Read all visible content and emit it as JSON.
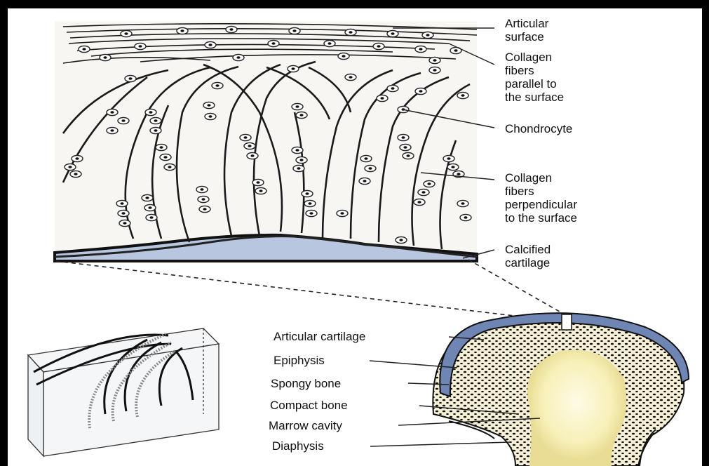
{
  "labels_top": [
    {
      "id": "articular-surface",
      "lines": [
        "Articular",
        "surface"
      ]
    },
    {
      "id": "collagen-parallel",
      "lines": [
        "Collagen",
        "fibers",
        "parallel to",
        "the surface"
      ]
    },
    {
      "id": "chondrocyte",
      "lines": [
        "Chondrocyte"
      ]
    },
    {
      "id": "collagen-perpendicular",
      "lines": [
        "Collagen",
        "fibers",
        "perpendicular",
        "to the surface"
      ]
    },
    {
      "id": "calcified-cartilage",
      "lines": [
        "Calcified",
        "cartilage"
      ]
    }
  ],
  "labels_bottom": [
    {
      "id": "articular-cartilage",
      "text": "Articular cartilage"
    },
    {
      "id": "epiphysis",
      "text": "Epiphysis"
    },
    {
      "id": "spongy-bone",
      "text": "Spongy bone"
    },
    {
      "id": "compact-bone",
      "text": "Compact bone"
    },
    {
      "id": "marrow-cavity",
      "text": "Marrow cavity"
    },
    {
      "id": "diaphysis",
      "text": "Diaphysis"
    }
  ],
  "colors": {
    "cartilage_blue": "#6f86b4",
    "calcified_fill": "#b8c6df",
    "marrow_yellow": "#fbf6cf",
    "ink": "#1a1a1a"
  }
}
